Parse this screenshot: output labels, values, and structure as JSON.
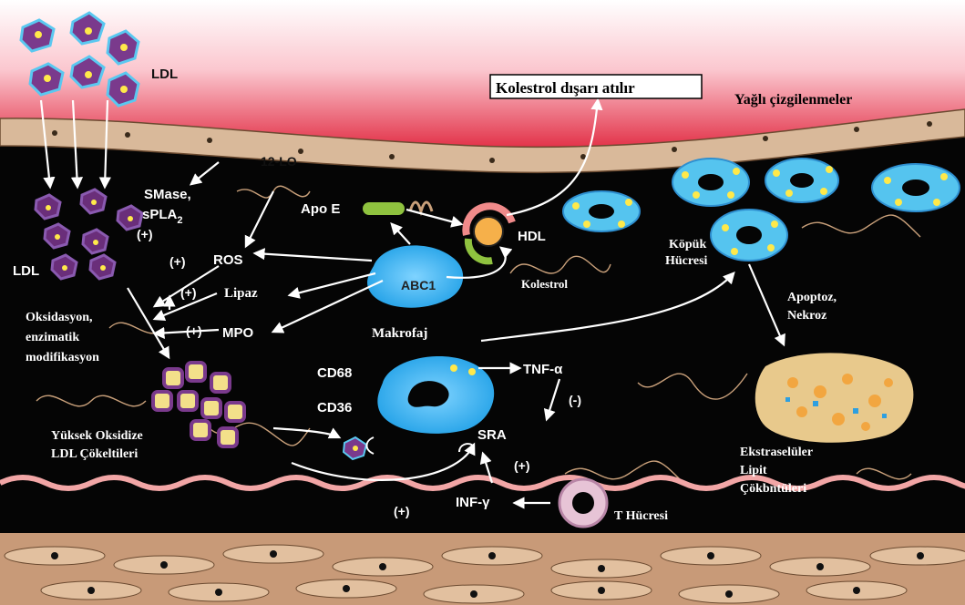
{
  "labels": {
    "ldl_top": "LDL",
    "ldl_left": "LDL",
    "kolestrol_disari": "Kolestrol dışarı atılır",
    "yagli": "Yağlı çizgilenmeler",
    "lo12": "12-LO",
    "smase": "SMase,",
    "spla2_main": "sPLA",
    "spla2_sub": "2",
    "plus1": "(+)",
    "plus2": "(+)",
    "plus3": "(+)",
    "plus4": "(+)",
    "plus5": "(+)",
    "plus6": "(+)",
    "minus1": "(-)",
    "ros": "ROS",
    "lipaz": "Lipaz",
    "mpo": "MPO",
    "apoe": "Apo E",
    "hdl": "HDL",
    "abc1": "ABC1",
    "kolestrol": "Kolestrol",
    "makrofaj": "Makrofaj",
    "cd68": "CD68",
    "cd36": "CD36",
    "tnf": "TNF-α",
    "sra": "SRA",
    "infg": "INF-γ",
    "thucresi": "T Hücresi",
    "kopuk1": "Köpük",
    "kopuk2": "Hücresi",
    "apoptoz1": "Apoptoz,",
    "apoptoz2": "Nekroz",
    "oks1": "Oksidasyon,",
    "oks2": "enzimatik",
    "oks3": "modifikasyon",
    "yuksek1": "Yüksek Oksidize",
    "yuksek2": "LDL Çökeltileri",
    "eks1": "Ekstraselüler",
    "eks2": "Lipit",
    "eks3": "Çökbntüleri"
  },
  "colors": {
    "lumen_top": "#ffffff",
    "lumen_bottom": "#e0243c",
    "endothelium": "#d9b99a",
    "intima": "#050505",
    "macrophage": "#1e9fe6",
    "ldl_purple": "#7a3a8c",
    "lipid_yellow": "#ffe94a",
    "elastic": "#f2a6a6",
    "media": "#c89a78"
  }
}
